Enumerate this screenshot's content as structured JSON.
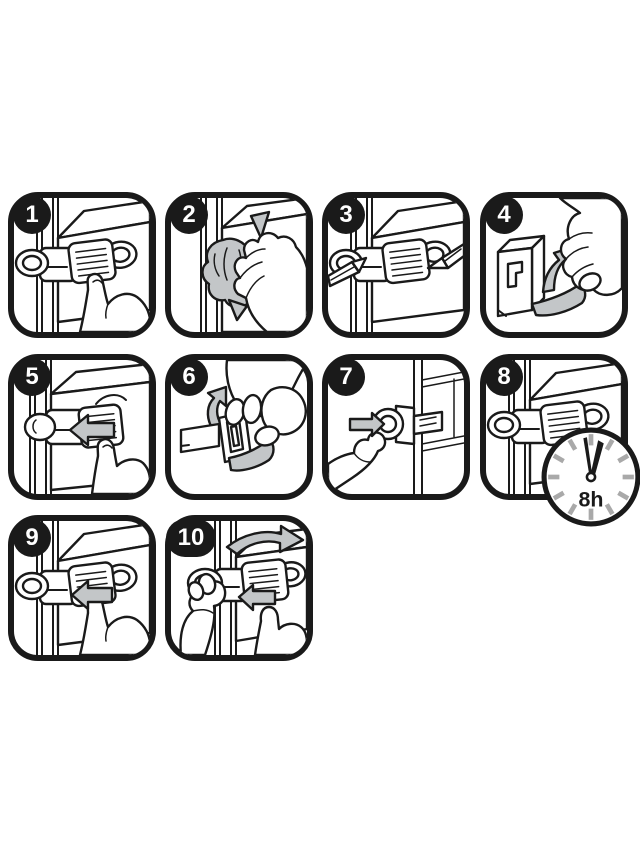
{
  "sheet": {
    "kind": "safety-lock-installation-instructions",
    "step_count": 10
  },
  "colors": {
    "outline": "#1a1a1a",
    "panel_fill": "#ffffff",
    "gray_fill": "#c3c6c8",
    "clock_tick_gray": "#a9a9a9",
    "badge_bg": "#1a1a1a",
    "badge_text": "#ffffff"
  },
  "steps": [
    {
      "number": "1",
      "icon": "press-lock-test-icon"
    },
    {
      "number": "2",
      "icon": "clean-surface-cloth-icon"
    },
    {
      "number": "3",
      "icon": "mark-position-pencils-icon"
    },
    {
      "number": "4",
      "icon": "peel-adhesive-catch-icon"
    },
    {
      "number": "5",
      "icon": "press-lock-body-icon"
    },
    {
      "number": "6",
      "icon": "peel-adhesive-latch-icon"
    },
    {
      "number": "7",
      "icon": "press-catch-piece-icon"
    },
    {
      "number": "8",
      "icon": "wait-installed-lock-icon",
      "wait_label": "8h"
    },
    {
      "number": "9",
      "icon": "press-release-button-icon"
    },
    {
      "number": "10",
      "icon": "open-door-while-pressing-icon"
    }
  ],
  "clock": {
    "label": "8h"
  }
}
